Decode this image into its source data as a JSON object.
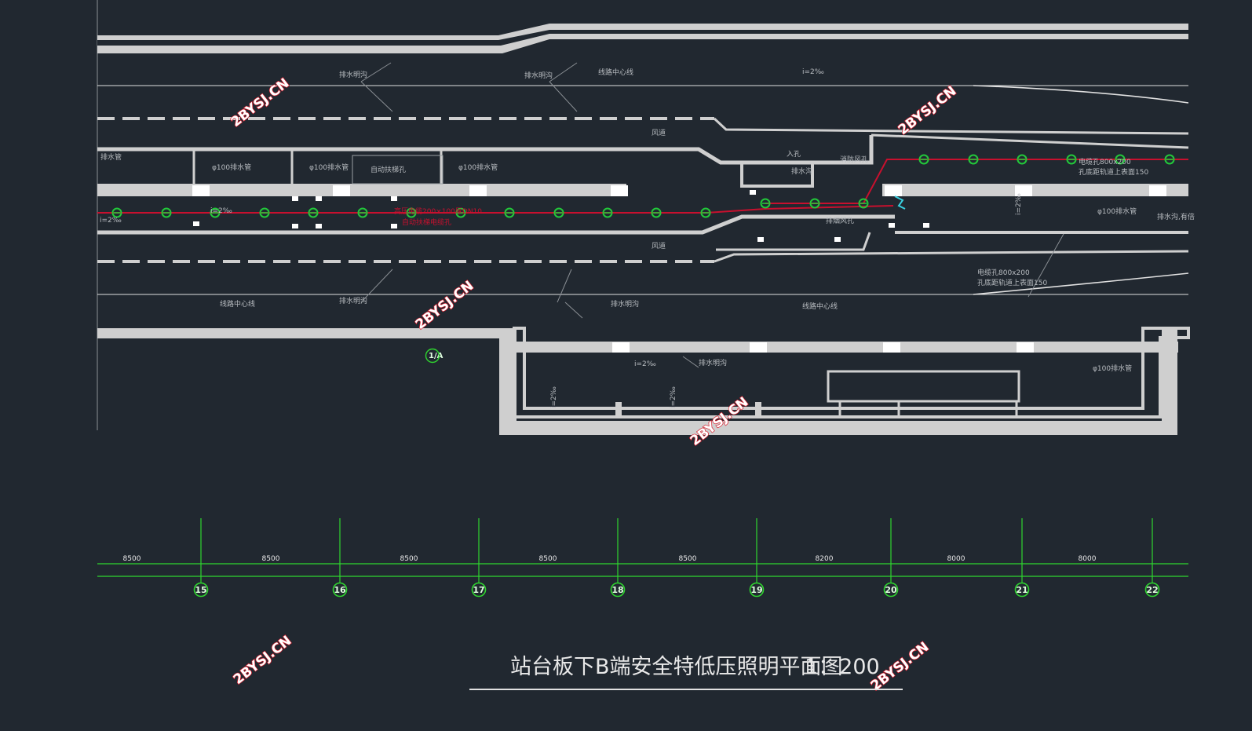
{
  "drawing": {
    "title": "站台板下B端安全特低压照明平面图",
    "scale": "1：200",
    "watermark": "2BYSJ.CN",
    "colors": {
      "background": "#212830",
      "wall": "#cfcfcf",
      "cable": "#c8102e",
      "lamp": "#22c93a",
      "axis": "#2fd62f"
    },
    "labels": [
      "排水明沟",
      "排水明沟",
      "线路中心线",
      "i=2‰",
      "风道",
      "风道",
      "φ100排水管",
      "φ100排水管",
      "φ100排水管",
      "自动扶梯孔",
      "入孔",
      "排水沟",
      "消防风孔",
      "排烟风孔",
      "电缆孔800x200",
      "孔底距轨道上表面150",
      "φ100排水管",
      "排水沟,有倍",
      "电缆孔800x200",
      "孔底距轨道上表面150",
      "排水管",
      "线路中心线",
      "排水明沟",
      "排水明沟",
      "线路中心线",
      "i=2‰",
      "排水明沟",
      "i=2‰",
      "φ100排水管",
      "高压电缆200×100厚DN10",
      "自动扶梯电缆孔",
      "i=2‰",
      "i=2‰",
      "i=2‰",
      "i=2‰",
      "1/A"
    ],
    "dimensions": [
      "8500",
      "8500",
      "8500",
      "8500",
      "8500",
      "8200",
      "8000",
      "8000"
    ],
    "axes": [
      "15",
      "16",
      "17",
      "18",
      "19",
      "20",
      "21",
      "22"
    ]
  }
}
